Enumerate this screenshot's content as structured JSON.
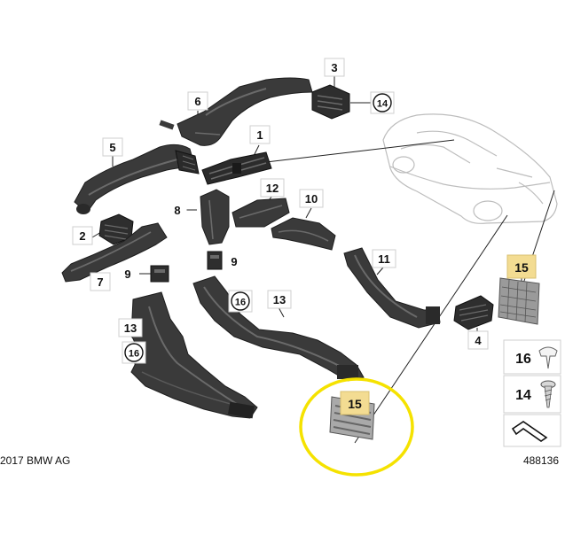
{
  "colors": {
    "part_fill": "#3a3a3a",
    "part_dark": "#1e1e1e",
    "part_light": "#6a6a6a",
    "label_border": "#cfcfcf",
    "highlight_fill": "#f3dc92",
    "highlight_circle": "#f5e200",
    "car_outline": "#bdbdbd",
    "leader": "#222222"
  },
  "callouts": {
    "p1": "1",
    "p2": "2",
    "p3": "3",
    "p4": "4",
    "p5": "5",
    "p6": "6",
    "p7": "7",
    "p8": "8",
    "p9a": "9",
    "p9b": "9",
    "p10": "10",
    "p11": "11",
    "p12": "12",
    "p13a": "13",
    "p13b": "13",
    "p14": "14",
    "p15a": "15",
    "p15b": "15",
    "p16a": "16",
    "p16b": "16"
  },
  "legend": {
    "item16": "16",
    "item14": "14"
  },
  "footer": {
    "copyright": "2017 BMW AG",
    "diagram_number": "488136"
  },
  "icons": [
    "clip-icon",
    "screw-icon",
    "arrow-icon"
  ]
}
